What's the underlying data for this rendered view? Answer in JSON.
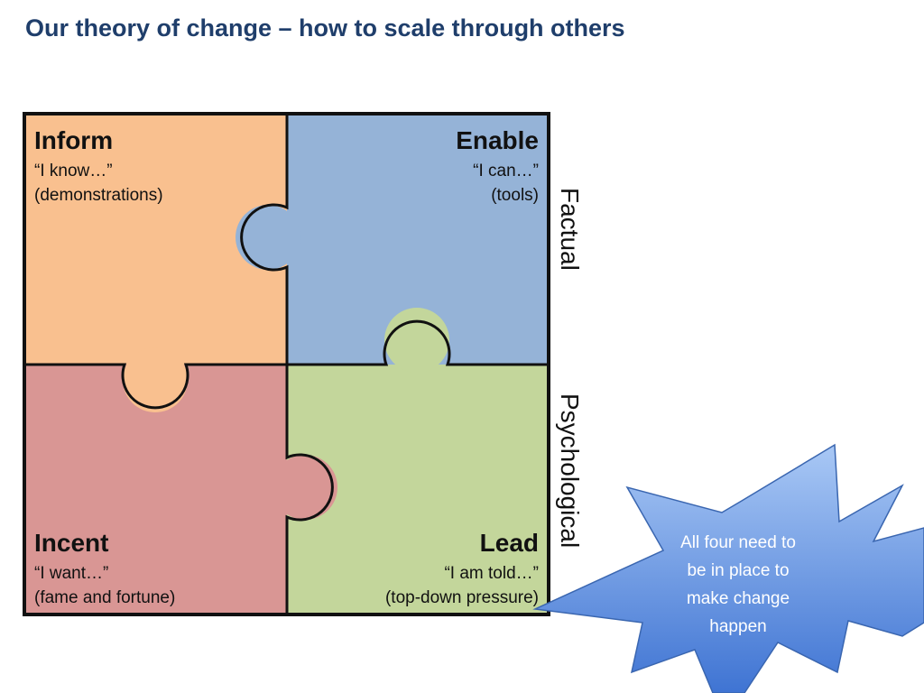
{
  "title": "Our theory of change – how to scale through others",
  "quadrants": {
    "inform": {
      "title": "Inform",
      "quote": "“I know…”",
      "note": "(demonstrations)",
      "color": "#f9c08f"
    },
    "enable": {
      "title": "Enable",
      "quote": "“I can…”",
      "note": "(tools)",
      "color": "#95b3d7"
    },
    "incent": {
      "title": "Incent",
      "quote": "“I want…”",
      "note": "(fame and fortune)",
      "color": "#d99694"
    },
    "lead": {
      "title": "Lead",
      "quote": "“I am told…”",
      "note": "(top-down pressure)",
      "color": "#c3d69b"
    }
  },
  "axis_labels": {
    "top": "Factual",
    "bottom": "Psychological"
  },
  "callout": {
    "lines": [
      "All four need to",
      "be in place to",
      "make change",
      "happen"
    ],
    "color": "#4a7fd6"
  }
}
